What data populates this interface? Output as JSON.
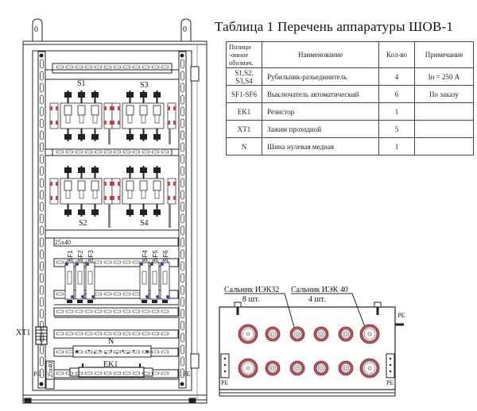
{
  "title": "Таблица 1 Перечень аппаратуры ШОВ-1",
  "table": {
    "headers": [
      "Позици -онное обознач.",
      "Наименование",
      "Кол-во",
      "Примечание"
    ],
    "rows": [
      {
        "pos": "S1,S2, S3,S4",
        "name": "Рубильник-разъединитель",
        "qty": "4",
        "note": "Iн = 250 А"
      },
      {
        "pos": "SF1-SF6",
        "name": "Выключатель автоматический",
        "qty": "6",
        "note": "По заказу"
      },
      {
        "pos": "EK1",
        "name": "Резистор",
        "qty": "1",
        "note": ""
      },
      {
        "pos": "XT1",
        "name": "Зажим проходной",
        "qty": "5",
        "note": ""
      },
      {
        "pos": "N",
        "name": "Шина нулевая медная",
        "qty": "1",
        "note": ""
      }
    ]
  },
  "cabinet": {
    "switch_labels": [
      "S1",
      "S3",
      "S2",
      "S4"
    ],
    "busbar_size": "25x40",
    "breakers": [
      "SF1",
      "SF2",
      "SF3",
      "SF4",
      "SF5",
      "SF6"
    ],
    "terminal": "XT1",
    "neutral_bus": "N",
    "resistor": "EK1",
    "pe_label": "PE",
    "hinge_mark": "0"
  },
  "gland_plate": {
    "gland_32": {
      "name": "Сальник ИЭК32",
      "qty": "8 шт."
    },
    "gland_40": {
      "name": "Сальник ИЭК 40",
      "qty": "4 шт."
    },
    "pe_label": "PE"
  },
  "colors": {
    "line": "#222222",
    "gland_red": "#c8505a",
    "terminal_red": "#d04050",
    "breaker_blue": "#4040a0"
  }
}
